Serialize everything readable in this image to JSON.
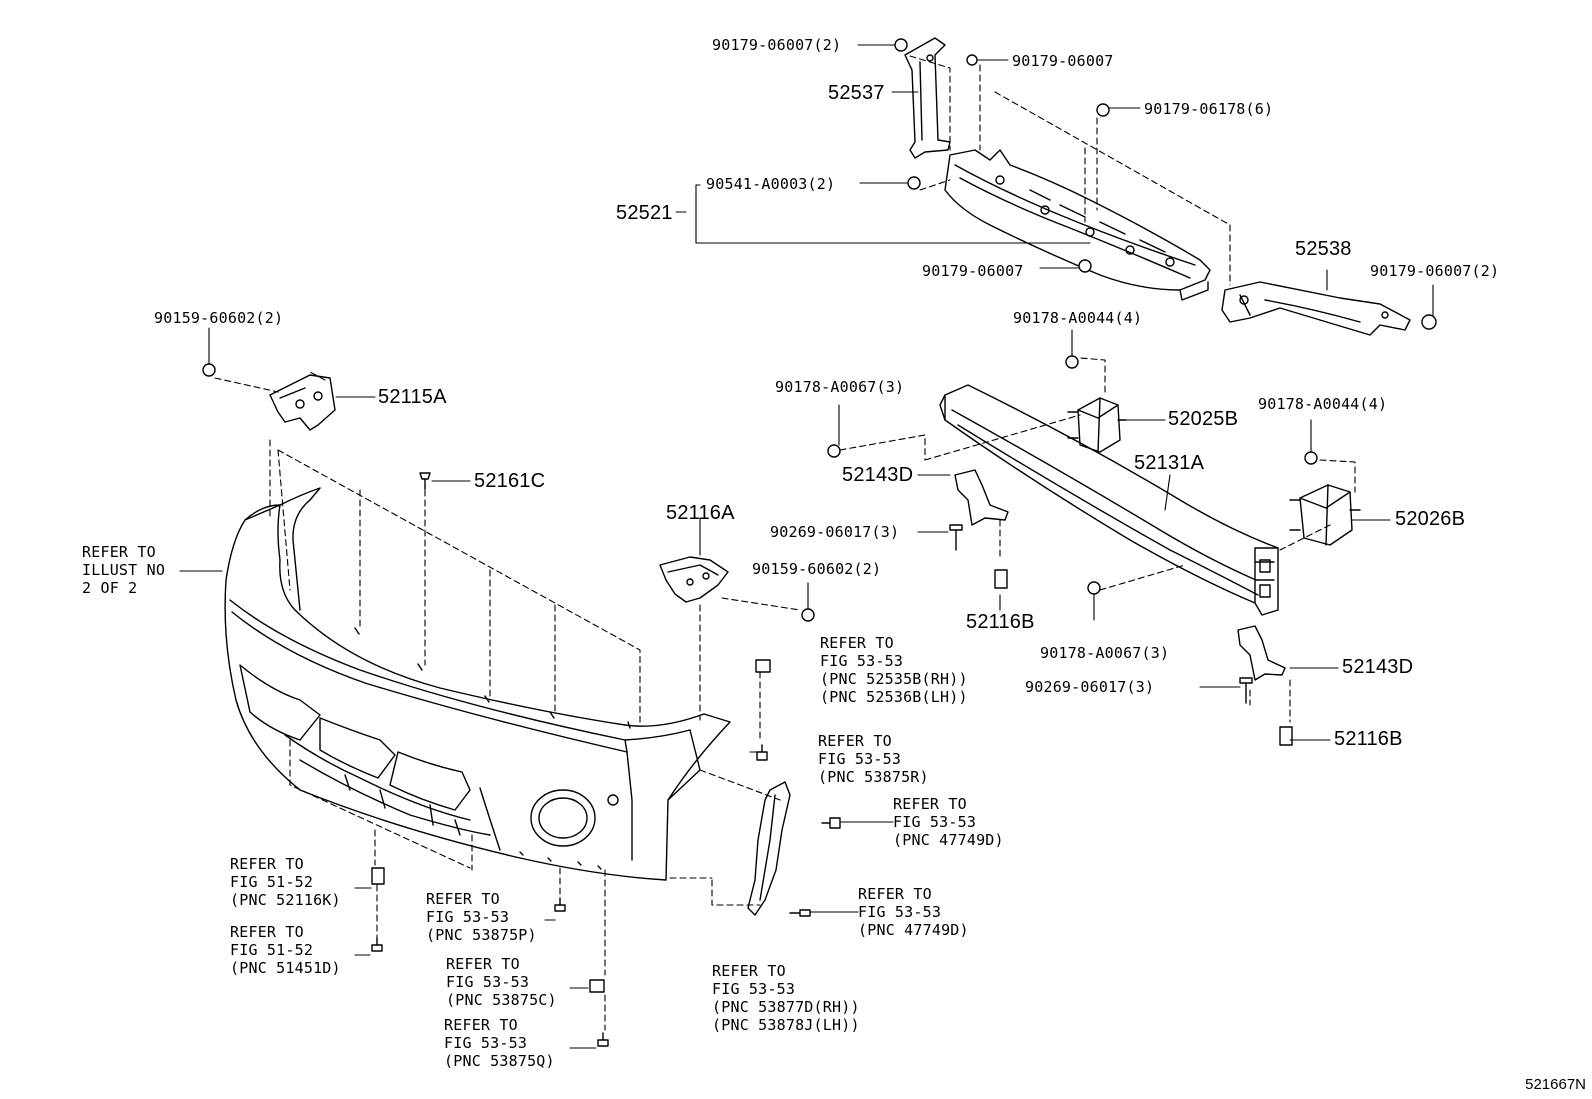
{
  "diagram_code": "521667N",
  "labels": {
    "n1": "90179-06007(2)",
    "n2": "90179-06007",
    "n3": "52537",
    "n4": "90179-06178(6)",
    "n5": "90541-A0003(2)",
    "n6": "52521",
    "n7": "90179-06007",
    "n8": "52538",
    "n9": "90179-06007(2)",
    "n10": "90159-60602(2)",
    "n11": "52115A",
    "n12": "90178-A0044(4)",
    "n13": "90178-A0067(3)",
    "n14": "52025B",
    "n15": "90178-A0044(4)",
    "n16": "52161C",
    "n17": "52143D",
    "n18": "52131A",
    "n19": "52116A",
    "n20": "REFER TO\nILLUST NO\n2 OF 2",
    "n21": "90269-06017(3)",
    "n22": "52026B",
    "n23": "90159-60602(2)",
    "n24": "52116B",
    "n25": "REFER TO\nFIG 53-53\n(PNC 52535B(RH))\n(PNC 52536B(LH))",
    "n26": "90178-A0067(3)",
    "n27": "52143D",
    "n28": "90269-06017(3)",
    "n29": "REFER TO\nFIG 53-53\n(PNC 53875R)",
    "n30": "52116B",
    "n31": "REFER TO\nFIG 53-53\n(PNC 47749D)",
    "n32": "REFER TO\nFIG 51-52\n(PNC 52116K)",
    "n33": "REFER TO\nFIG 53-53\n(PNC 47749D)",
    "n34": "REFER TO\nFIG 53-53\n(PNC 53875P)",
    "n35": "REFER TO\nFIG 51-52\n(PNC 51451D)",
    "n36": "REFER TO\nFIG 53-53\n(PNC 53875C)",
    "n37": "REFER TO\nFIG 53-53\n(PNC 53877D(RH))\n(PNC 53878J(LH))",
    "n38": "REFER TO\nFIG 53-53\n(PNC 53875Q)"
  }
}
